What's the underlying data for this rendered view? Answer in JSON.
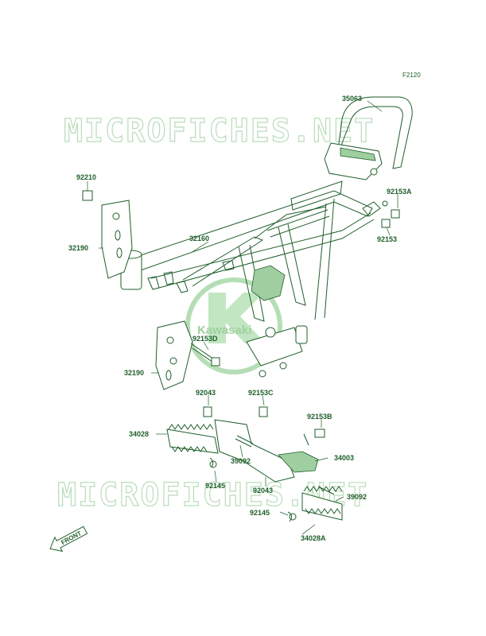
{
  "figure_code": "F2120",
  "watermark": "MICROFICHES.NET",
  "logo_text": "Kawasaki",
  "front_label": "FRONT",
  "parts": [
    {
      "id": "p35063",
      "number": "35063"
    },
    {
      "id": "p92210",
      "number": "92210"
    },
    {
      "id": "p92153A",
      "number": "92153A"
    },
    {
      "id": "p32160",
      "number": "32160"
    },
    {
      "id": "p92153",
      "number": "92153"
    },
    {
      "id": "p32190a",
      "number": "32190"
    },
    {
      "id": "p92153D",
      "number": "92153D"
    },
    {
      "id": "p32190b",
      "number": "32190"
    },
    {
      "id": "p92043a",
      "number": "92043"
    },
    {
      "id": "p92153C",
      "number": "92153C"
    },
    {
      "id": "p92153B",
      "number": "92153B"
    },
    {
      "id": "p34028",
      "number": "34028"
    },
    {
      "id": "p39092a",
      "number": "39092"
    },
    {
      "id": "p34003",
      "number": "34003"
    },
    {
      "id": "p92145a",
      "number": "92145"
    },
    {
      "id": "p92043b",
      "number": "92043"
    },
    {
      "id": "p39092b",
      "number": "39092"
    },
    {
      "id": "p92145b",
      "number": "92145"
    },
    {
      "id": "p34028A",
      "number": "34028A"
    }
  ]
}
